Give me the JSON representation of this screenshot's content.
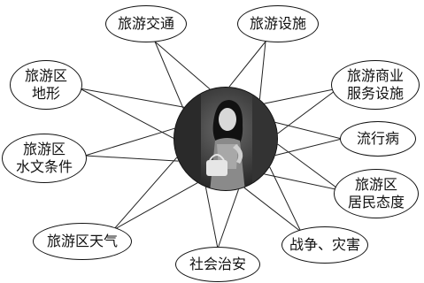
{
  "diagram": {
    "center": {
      "image": "woman-with-handbag-photo"
    },
    "factors": [
      {
        "id": "transport",
        "lines": [
          "旅游交通"
        ]
      },
      {
        "id": "facilities",
        "lines": [
          "旅游设施"
        ]
      },
      {
        "id": "commercial",
        "lines": [
          "旅游商业",
          "服务设施"
        ]
      },
      {
        "id": "epidemic",
        "lines": [
          "流行病"
        ]
      },
      {
        "id": "residents",
        "lines": [
          "旅游区",
          "居民态度"
        ]
      },
      {
        "id": "war",
        "lines": [
          "战争、灾害"
        ]
      },
      {
        "id": "security",
        "lines": [
          "社会治安"
        ]
      },
      {
        "id": "weather",
        "lines": [
          "旅游区天气"
        ]
      },
      {
        "id": "hydrology",
        "lines": [
          "旅游区",
          "水文条件"
        ]
      },
      {
        "id": "terrain",
        "lines": [
          "旅游区",
          "地形"
        ]
      }
    ]
  }
}
